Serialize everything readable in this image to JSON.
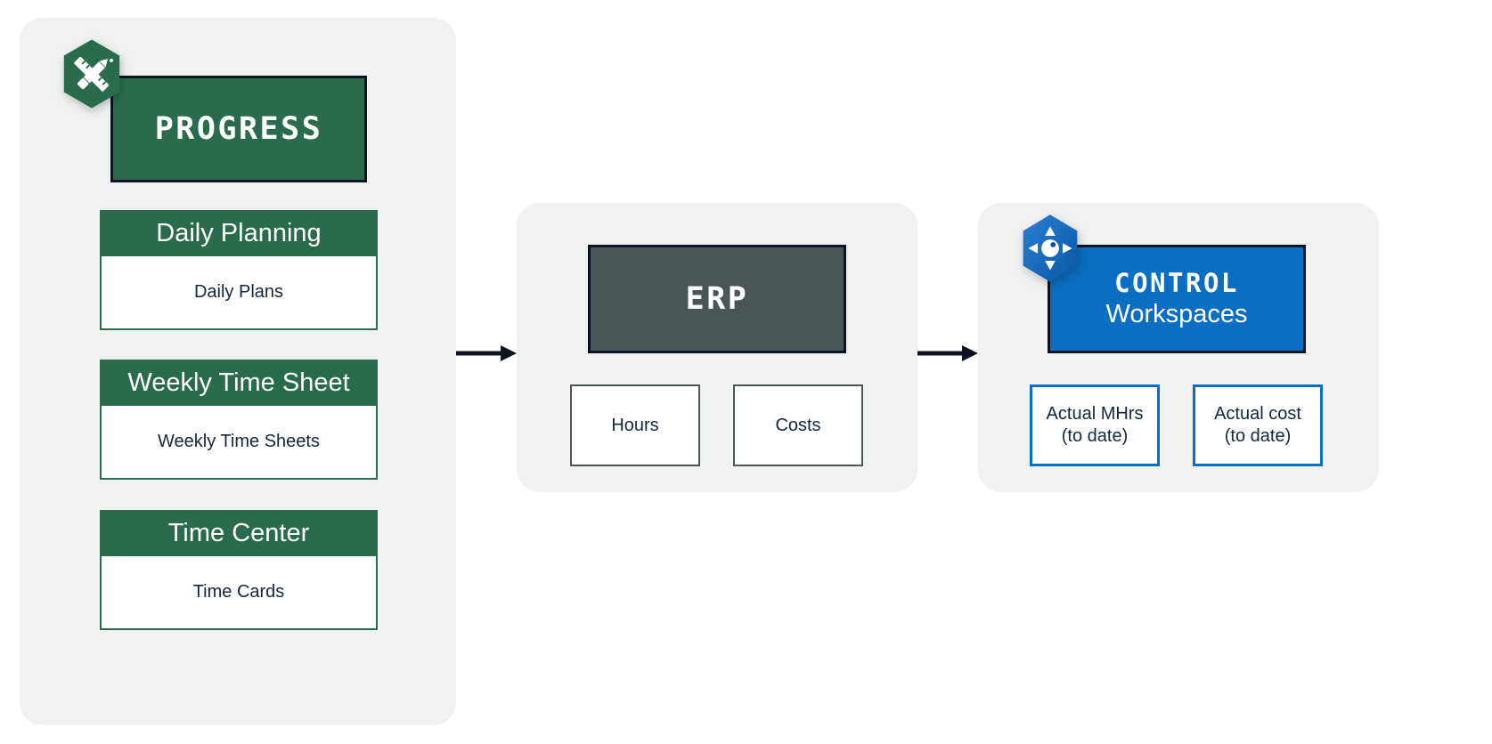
{
  "diagram": {
    "background_color": "#ffffff",
    "panel_color": "#f0f1f1",
    "accent_green": "#2a6b4e",
    "accent_blue": "#0a6fc2",
    "accent_slate": "#4a5557",
    "text_dark": "#15263d",
    "arrow_color": "#0d1321"
  },
  "progress_panel": {
    "icon_name": "ruler-pencil-hex-icon",
    "brand": {
      "wordmark": "PROGRESS",
      "background": "#2a6b4e"
    },
    "cards": [
      {
        "title": "Daily Planning",
        "item": "Daily Plans"
      },
      {
        "title": "Weekly Time Sheet",
        "item": "Weekly Time Sheets"
      },
      {
        "title": "Time Center",
        "item": "Time Cards"
      }
    ]
  },
  "erp_panel": {
    "brand": {
      "wordmark": "ERP",
      "background": "#4a5557"
    },
    "metrics": [
      {
        "label": "Hours"
      },
      {
        "label": "Costs"
      }
    ]
  },
  "control_panel": {
    "icon_name": "dpad-hex-icon",
    "brand": {
      "wordmark": "CONTROL",
      "subtitle": "Workspaces",
      "background": "#0a6fc2"
    },
    "metrics": [
      {
        "line1": "Actual MHrs",
        "line2": "(to date)"
      },
      {
        "line1": "Actual cost",
        "line2": "(to date)"
      }
    ]
  },
  "arrows": [
    {
      "name": "progress-to-erp",
      "direction": "right"
    },
    {
      "name": "erp-to-control",
      "direction": "right"
    }
  ]
}
